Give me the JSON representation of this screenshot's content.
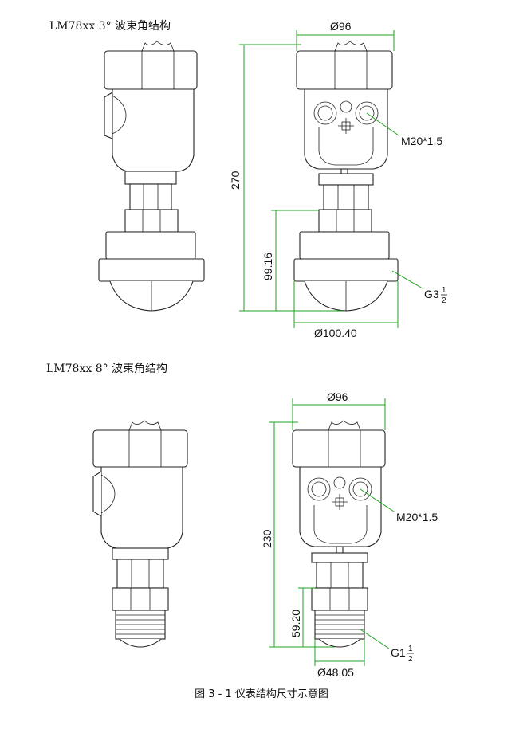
{
  "section1": {
    "title": "LM78xx 3° 波束角结构"
  },
  "section2": {
    "title": "LM78xx 8° 波束角结构"
  },
  "dims1": {
    "width": "Ø96",
    "height": "270",
    "cable": "M20*1.5",
    "flange_h": "99.16",
    "flange_d": "Ø100.40",
    "thread_main": "G3",
    "thread_num": "1",
    "thread_den": "2"
  },
  "dims2": {
    "width": "Ø96",
    "height": "230",
    "cable": "M20*1.5",
    "thread_h": "59.20",
    "thread_d": "Ø48.05",
    "thread_main": "G1",
    "thread_num": "1",
    "thread_den": "2"
  },
  "caption": "图 3 - 1 仪表结构尺寸示意图",
  "colors": {
    "dimension_lines": "#20a020",
    "outline": "#222222"
  }
}
